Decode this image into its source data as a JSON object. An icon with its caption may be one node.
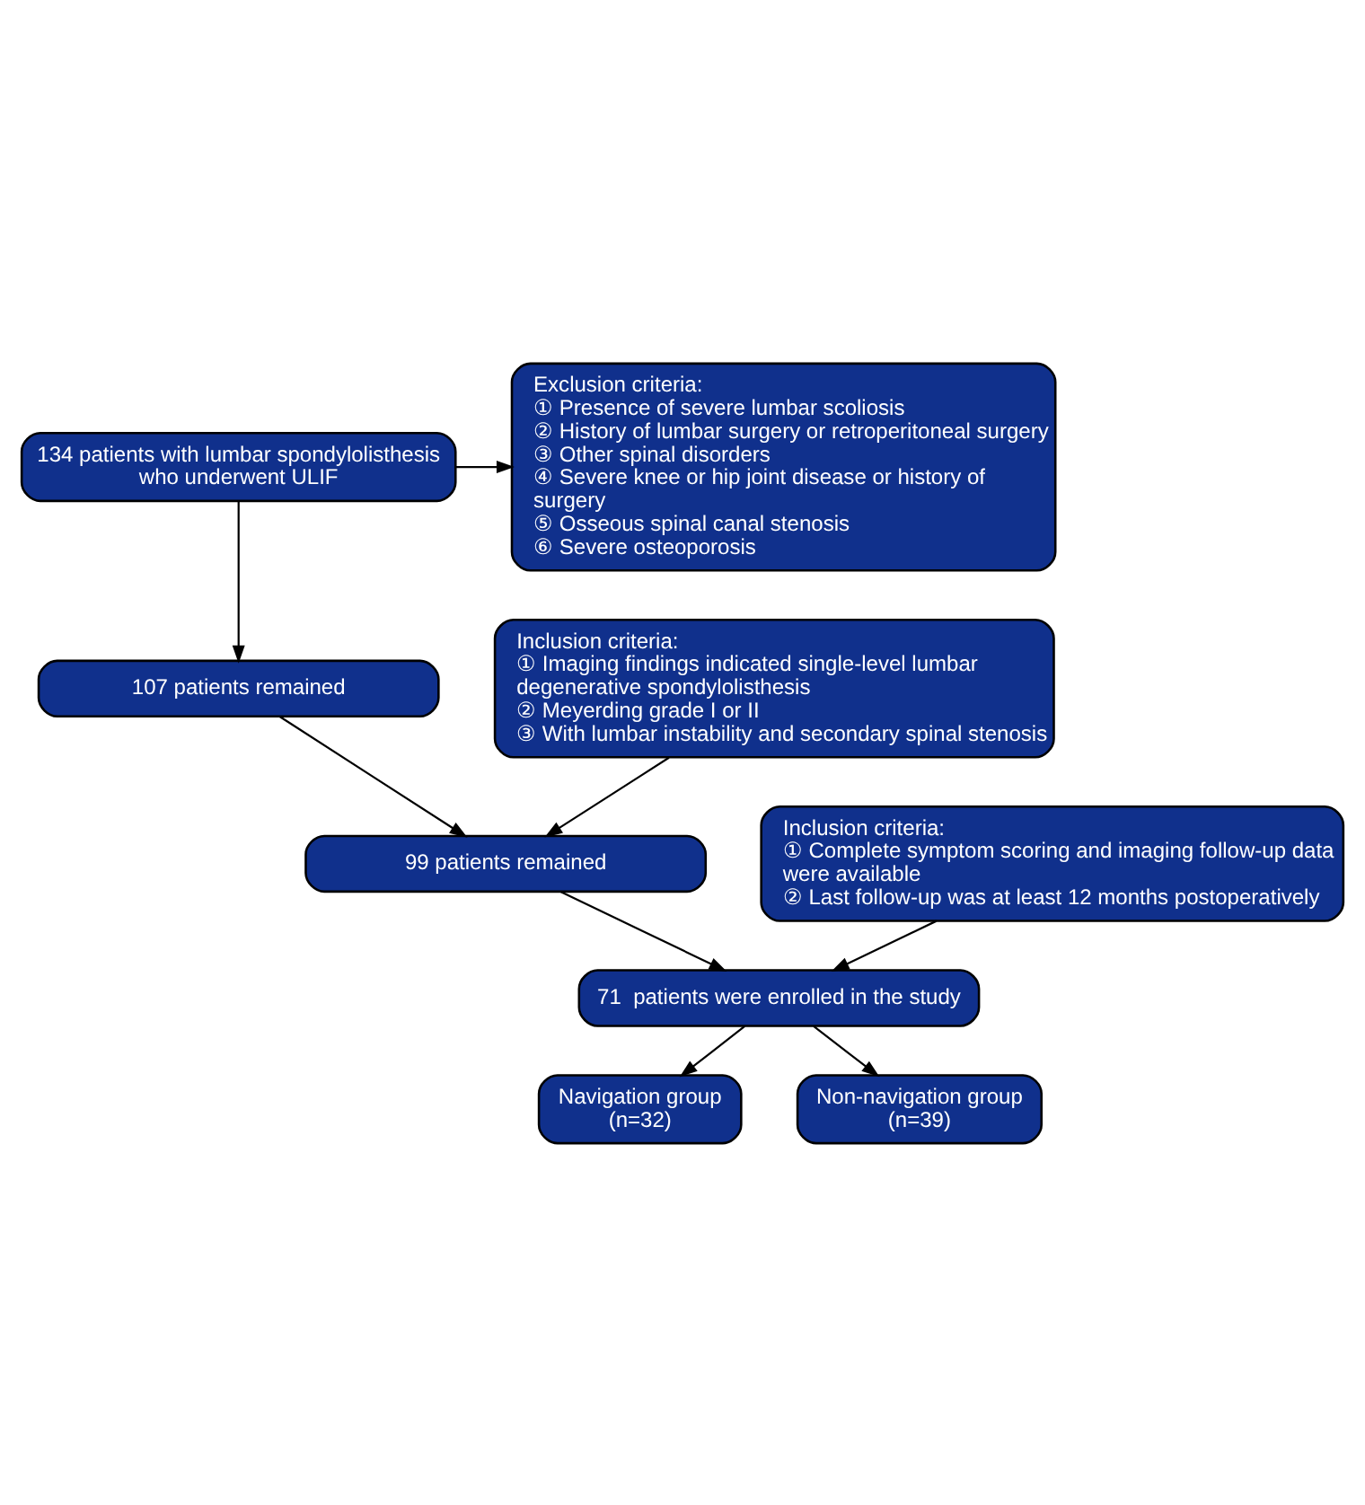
{
  "diagram": {
    "nodes": [
      {
        "text": [
          "134 patients with lumbar spondylolisthesis who underwent ULIF"
        ]
      },
      {
        "text": [
          "Exclusion criteria:",
          "① Presence of severe lumbar scoliosis",
          "② History of lumbar surgery or retroperitoneal surgery",
          "③ Other spinal disorders",
          "④ Severe knee or hip joint disease or history of surgery",
          "⑤ Osseous spinal canal stenosis",
          "⑥ Severe osteoporosis"
        ]
      },
      {
        "text": [
          "107 patients remained"
        ]
      },
      {
        "text": [
          "Inclusion criteria:",
          "① Imaging findings indicated single-level lumbar degenerative spondylolisthesis",
          "② Meyerding grade I or II",
          "③ With lumbar instability and secondary spinal stenosis"
        ]
      },
      {
        "text": [
          "99 patients remained"
        ]
      },
      {
        "text": [
          "Inclusion criteria:",
          "① Complete symptom scoring and imaging follow-up data were available",
          "② Last follow-up was at least 12 months postoperatively"
        ]
      },
      {
        "text": [
          "71  patients were enrolled in the study"
        ]
      },
      {
        "text": [
          "Navigation group (n=32)"
        ]
      },
      {
        "text": [
          "Non-navigation group (n=39)"
        ]
      }
    ],
    "edges": [
      {
        "from": 0,
        "to": 1,
        "arrow": "to"
      },
      {
        "from": 0,
        "to": 2,
        "arrow": "to"
      },
      {
        "from": 3,
        "to": 4,
        "arrow": "to"
      },
      {
        "from": 2,
        "to": 4,
        "arrow": "to"
      },
      {
        "from": 5,
        "to": 6,
        "arrow": "to"
      },
      {
        "from": 4,
        "to": 6,
        "arrow": "to"
      },
      {
        "from": 6,
        "to": 7,
        "arrow": "to"
      },
      {
        "from": 6,
        "to": 8,
        "arrow": "to"
      }
    ]
  }
}
